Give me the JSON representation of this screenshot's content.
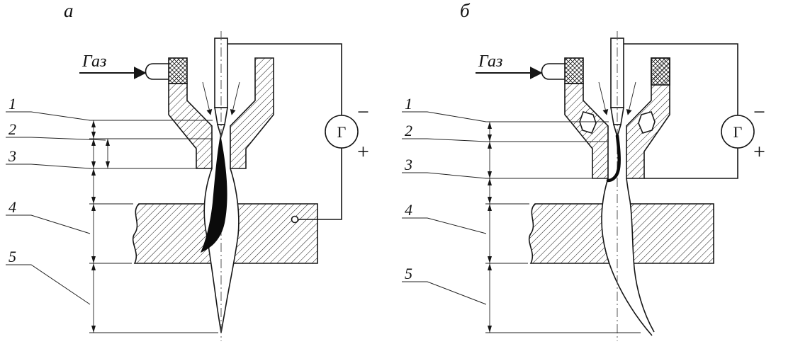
{
  "figure": {
    "panels": [
      {
        "label": "а",
        "gas_label": "Газ",
        "generator_label": "Г",
        "polarity_minus": "−",
        "polarity_plus": "+",
        "callouts": [
          "1",
          "2",
          "3",
          "4",
          "5"
        ]
      },
      {
        "label": "б",
        "gas_label": "Газ",
        "generator_label": "Г",
        "polarity_minus": "−",
        "polarity_plus": "+",
        "callouts": [
          "1",
          "2",
          "3",
          "4",
          "5"
        ]
      }
    ]
  }
}
